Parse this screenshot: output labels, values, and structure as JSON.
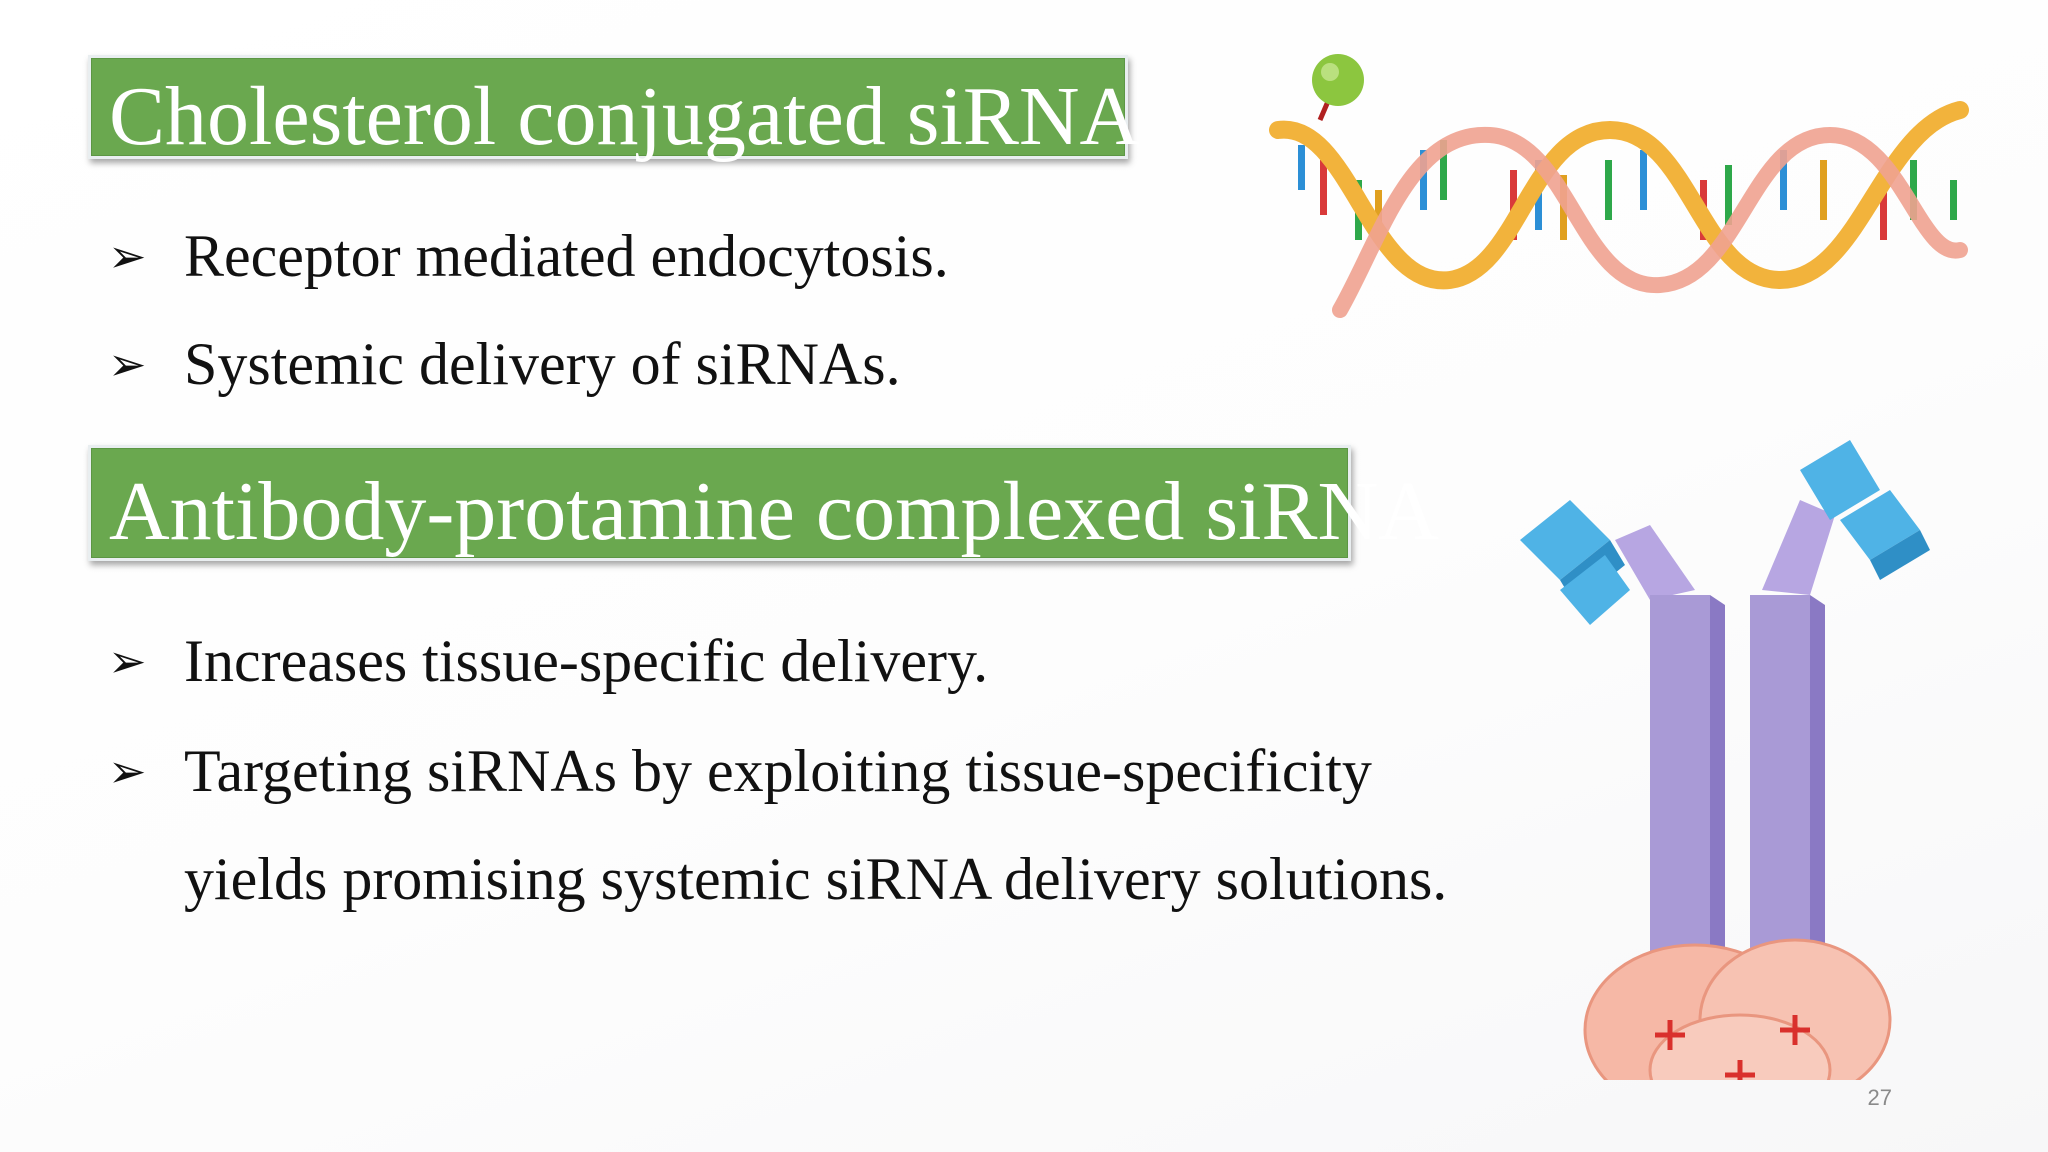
{
  "slide": {
    "section1": {
      "heading": "Cholesterol conjugated siRNA",
      "bullets": [
        "Receptor mediated endocytosis.",
        "Systemic delivery of siRNAs."
      ]
    },
    "section2": {
      "heading": "Antibody-protamine complexed siRNA",
      "bullets": [
        "Increases tissue-specific delivery.",
        "Targeting siRNAs by exploiting tissue-specificity"
      ],
      "bullet_continuation": "yields promising systemic siRNA delivery solutions."
    },
    "page_number": "27",
    "bullet_glyph": "➢",
    "colors": {
      "heading_background": "#6aa84f",
      "heading_text": "#ffffff",
      "body_text": "#111111",
      "antibody_tips": "#4fb3e6",
      "antibody_body": "#a99ad6",
      "protamine": "#f6b8a6",
      "charge_sign": "#d9302c",
      "cholesterol_ball": "#8cc63f"
    },
    "illustrations": {
      "top_right": "dna-double-helix-with-cholesterol-icon",
      "bottom_right": "antibody-protamine-siRNA-complex-icon"
    }
  }
}
